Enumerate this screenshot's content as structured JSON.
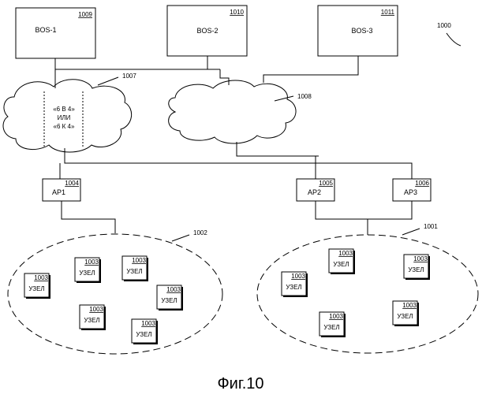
{
  "figure": {
    "number": "1000",
    "caption": "Фиг.10"
  },
  "servers": [
    {
      "ref": "1009",
      "label": "BOS-1"
    },
    {
      "ref": "1010",
      "label": "BOS-2"
    },
    {
      "ref": "1011",
      "label": "BOS-3"
    }
  ],
  "clouds": [
    {
      "ref": "1007",
      "text_lines": [
        "«6 В 4»",
        "ИЛИ",
        "«6 К 4»"
      ]
    },
    {
      "ref": "1008"
    }
  ],
  "access_points": [
    {
      "ref": "1004",
      "label": "AP1"
    },
    {
      "ref": "1005",
      "label": "AP2"
    },
    {
      "ref": "1006",
      "label": "AP3"
    }
  ],
  "networks": [
    {
      "ref": "1002"
    },
    {
      "ref": "1001"
    }
  ],
  "node": {
    "ref": "1003",
    "label": "УЗЕЛ"
  }
}
